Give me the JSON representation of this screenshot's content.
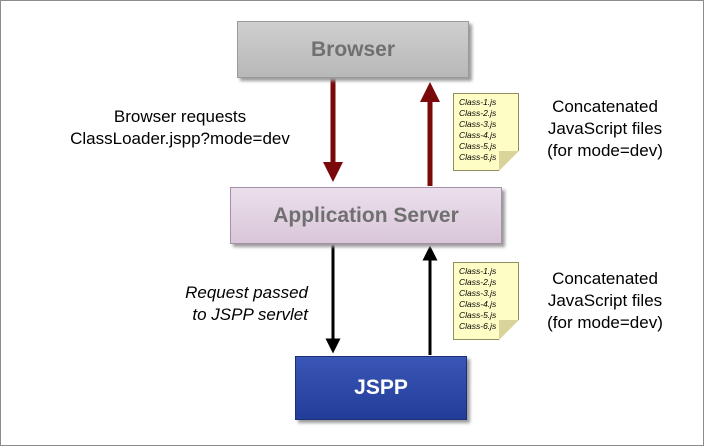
{
  "boxes": {
    "browser": "Browser",
    "appserver": "Application Server",
    "jspp": "JSPP"
  },
  "labels": {
    "browser_requests_line1": "Browser requests",
    "browser_requests_line2": "ClassLoader.jspp?mode=dev",
    "request_passed_line1": "Request passed",
    "request_passed_line2": "to JSPP servlet",
    "concat_top_line1": "Concatenated",
    "concat_top_line2": "JavaScript files",
    "concat_top_line3": "(for mode=dev)",
    "concat_bottom_line1": "Concatenated",
    "concat_bottom_line2": "JavaScript files",
    "concat_bottom_line3": "(for mode=dev)"
  },
  "doc_top": {
    "files": [
      "Class-1.js",
      "Class-2.js",
      "Class-3.js",
      "Class-4.js",
      "Class-5.js",
      "Class-6.js"
    ]
  },
  "doc_bottom": {
    "files": [
      "Class-1.js",
      "Class-2.js",
      "Class-3.js",
      "Class-4.js",
      "Class-5.js",
      "Class-6.js"
    ]
  },
  "colors": {
    "arrow_top": "#7a0a0a",
    "arrow_bottom": "#000000"
  }
}
